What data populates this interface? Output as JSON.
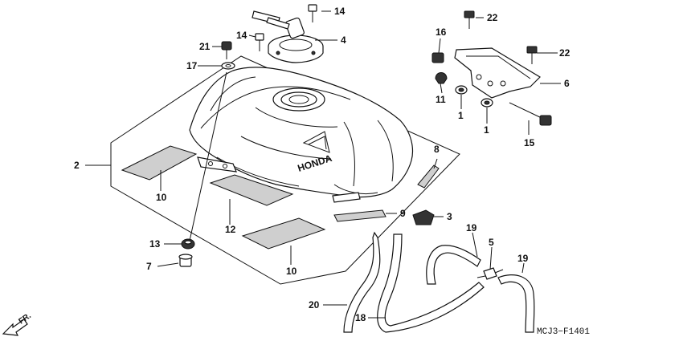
{
  "diagram": {
    "code": "MCJ3−F1401",
    "direction": "FR.",
    "brand": "HONDA",
    "callouts": [
      {
        "id": "c1a",
        "label": "1"
      },
      {
        "id": "c1b",
        "label": "1"
      },
      {
        "id": "c2",
        "label": "2"
      },
      {
        "id": "c3",
        "label": "3"
      },
      {
        "id": "c4",
        "label": "4"
      },
      {
        "id": "c5",
        "label": "5"
      },
      {
        "id": "c6",
        "label": "6"
      },
      {
        "id": "c7",
        "label": "7"
      },
      {
        "id": "c8",
        "label": "8"
      },
      {
        "id": "c9",
        "label": "9"
      },
      {
        "id": "c10a",
        "label": "10"
      },
      {
        "id": "c10b",
        "label": "10"
      },
      {
        "id": "c11",
        "label": "11"
      },
      {
        "id": "c12",
        "label": "12"
      },
      {
        "id": "c13",
        "label": "13"
      },
      {
        "id": "c14a",
        "label": "14"
      },
      {
        "id": "c14b",
        "label": "14"
      },
      {
        "id": "c15",
        "label": "15"
      },
      {
        "id": "c16",
        "label": "16"
      },
      {
        "id": "c17",
        "label": "17"
      },
      {
        "id": "c18",
        "label": "18"
      },
      {
        "id": "c19a",
        "label": "19"
      },
      {
        "id": "c19b",
        "label": "19"
      },
      {
        "id": "c20",
        "label": "20"
      },
      {
        "id": "c21",
        "label": "21"
      },
      {
        "id": "c22a",
        "label": "22"
      },
      {
        "id": "c22b",
        "label": "22"
      }
    ]
  }
}
